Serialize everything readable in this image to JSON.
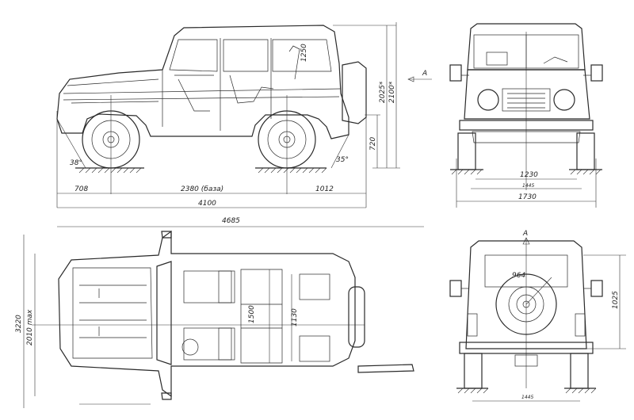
{
  "dimensions": {
    "side": {
      "front_overhang": "708",
      "wheelbase": "2380 (база)",
      "rear_overhang": "1012",
      "overall_length": "4100",
      "height_1": "2025*",
      "height_2": "2100*",
      "ground_clearance": "720",
      "interior_height": "1250",
      "approach_angle": "38°",
      "departure_angle": "35°",
      "view_arrow": "A"
    },
    "front": {
      "track": "1230",
      "track_2": "1445",
      "width": "1730"
    },
    "top": {
      "length_with_spare": "4685",
      "length": "3220",
      "width_max": "2010 max",
      "seat_length": "1500",
      "cargo_length": "1130"
    },
    "rear": {
      "view_arrow": "A",
      "spare_wheel_radius": "964",
      "height": "1025",
      "track": "1445"
    }
  },
  "colors": {
    "line": "#2a2a2a",
    "background": "#ffffff"
  }
}
